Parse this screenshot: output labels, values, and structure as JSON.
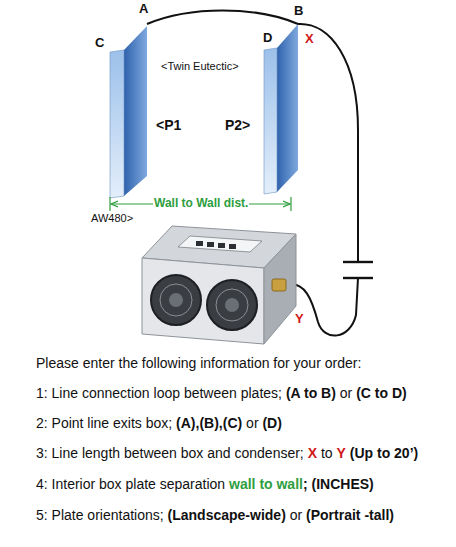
{
  "diagram": {
    "labels": [
      "A",
      "B",
      "X",
      "C",
      "D",
      "<Twin Eutectic>",
      "<P1",
      "P2>",
      "Wall to Wall dist.",
      "AW480>",
      "Y",
      "Please enter the following information for your order:",
      "1: Line connection loop between plates;",
      "(A to B)",
      "or",
      "(C to D)",
      "2: Point line exits box;",
      "(A),(B),(C)",
      "or",
      "(D)",
      "3: Line length between box and condenser;",
      "X",
      "to",
      "Y",
      "(Up to 20’)",
      "4: Interior box plate separation",
      "wall to wall",
      ";",
      "(INCHES)",
      "5: Plate orientations;",
      "(Landscape-wide)",
      "or",
      "(Portrait -tall)"
    ]
  }
}
